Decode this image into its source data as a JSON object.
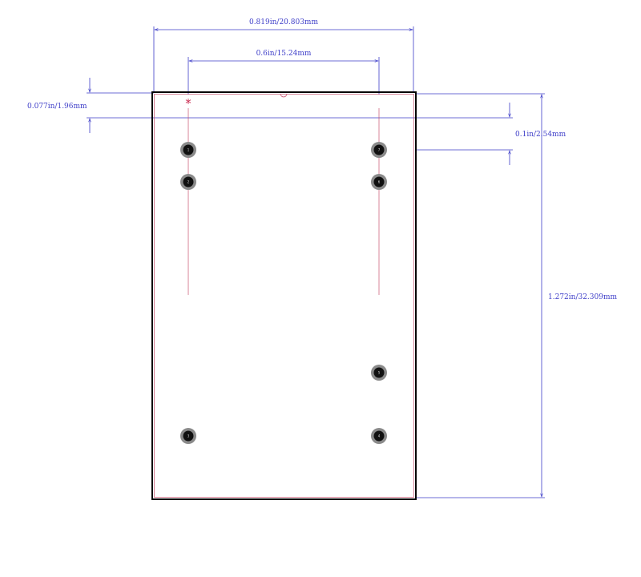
{
  "dimensions": {
    "overall_width": "0.819in/20.803mm",
    "pin_row_spacing": "0.6in/15.24mm",
    "edge_to_first_pin": "0.077in/1.96mm",
    "pin_pitch": "0.1in/2.54mm",
    "overall_height": "1.272in/32.309mm"
  },
  "pins": [
    {
      "label": "1"
    },
    {
      "label": "2"
    },
    {
      "label": "3"
    },
    {
      "label": "4"
    },
    {
      "label": "5"
    },
    {
      "label": "6"
    },
    {
      "label": "7"
    }
  ],
  "markers": {
    "pin1_marker": "*"
  },
  "colors": {
    "dimension": "#3d3dc8",
    "outline": "#000000",
    "silkscreen": "#c8506e",
    "pad_ring": "#8a8a8a",
    "pad_hole": "#111111",
    "marker": "#c8284e"
  }
}
